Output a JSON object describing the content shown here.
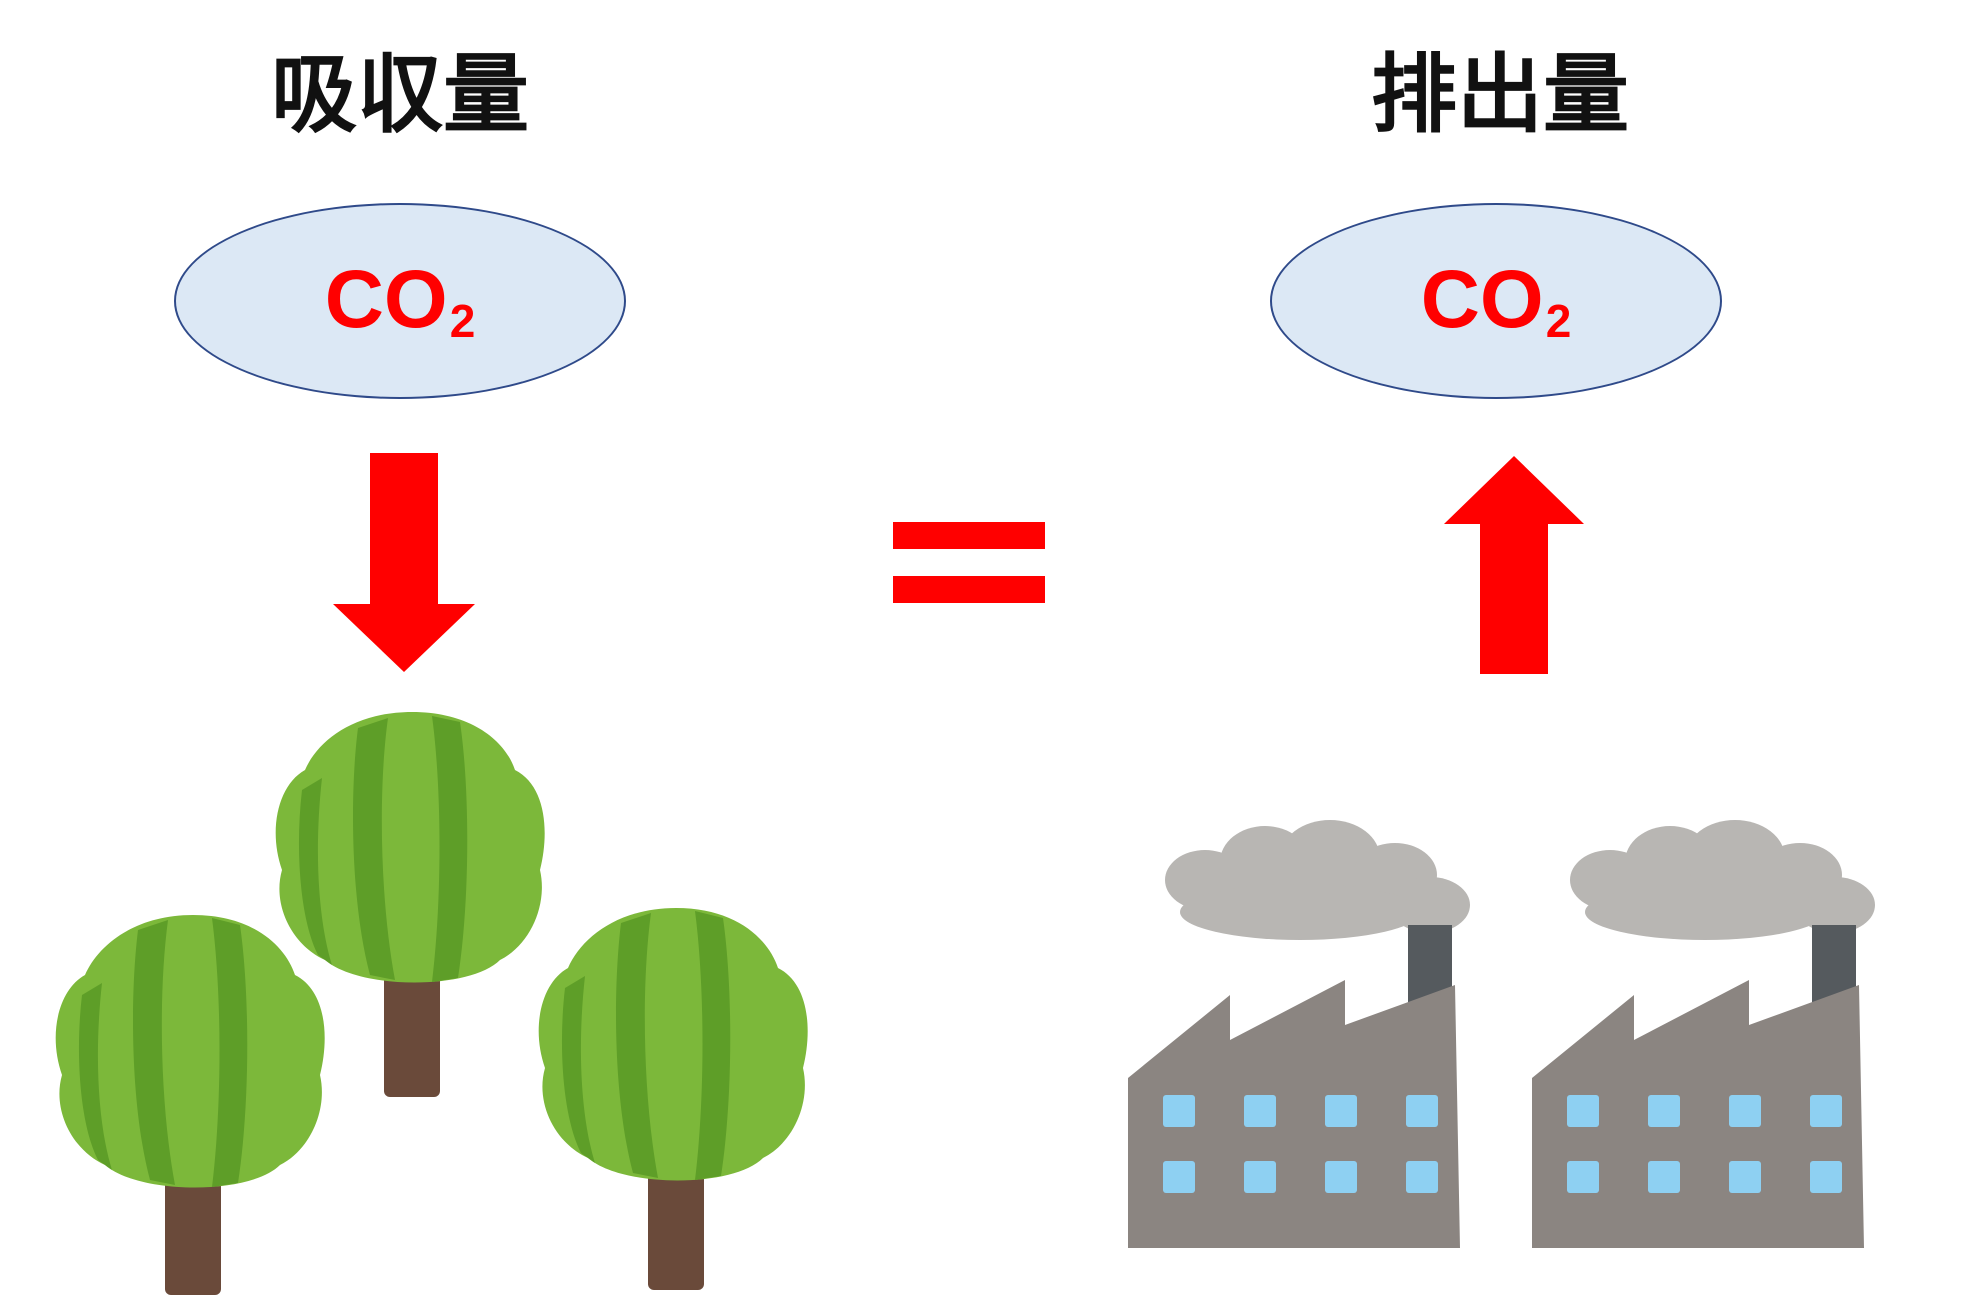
{
  "headings": {
    "absorption": "吸収量",
    "emission": "排出量"
  },
  "co2": {
    "main": "CO",
    "subscript": "2"
  },
  "colors": {
    "arrow": "#ff0000",
    "equals": "#ff0000",
    "co2_text": "#ff0000",
    "oval_fill": "#dce8f5",
    "oval_stroke": "#2f4a8a",
    "tree_light": "#7cb83a",
    "tree_dark": "#5e9e28",
    "trunk": "#6a4a3a",
    "factory": "#8b8581",
    "window": "#8ed0f2",
    "chimney": "#555a5e",
    "smoke": "#b8b6b3"
  },
  "icons": {
    "down_arrow": "down-arrow-icon",
    "up_arrow": "up-arrow-icon",
    "equals": "equals-sign-icon",
    "trees": "tree-icon",
    "factories": "factory-icon"
  }
}
